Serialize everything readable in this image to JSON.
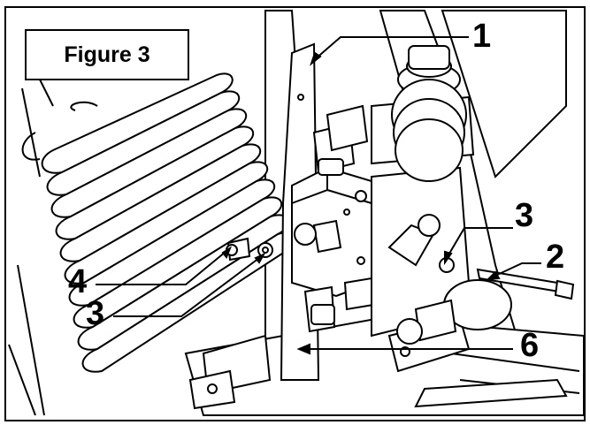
{
  "figure": {
    "title": "Figure 3",
    "callouts": [
      {
        "id": "c1",
        "label": "1"
      },
      {
        "id": "c3a",
        "label": "3"
      },
      {
        "id": "c2",
        "label": "2"
      },
      {
        "id": "c4",
        "label": "4"
      },
      {
        "id": "c3b",
        "label": "3"
      },
      {
        "id": "c6",
        "label": "6"
      }
    ]
  },
  "colors": {
    "ink": "#000000",
    "paper": "#ffffff",
    "shade": "#bdbdbd"
  }
}
